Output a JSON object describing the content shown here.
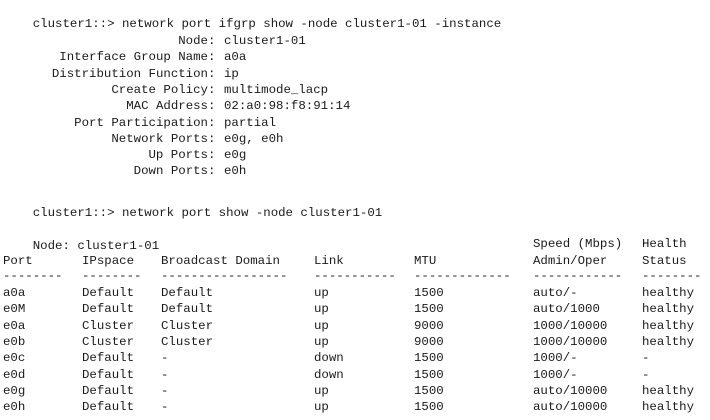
{
  "commands": {
    "ifgrp": "cluster1::> network port ifgrp show -node cluster1-01 -instance",
    "port_show": "cluster1::> network port show -node cluster1-01"
  },
  "ifgrp_details": [
    {
      "label": "Node",
      "value": "cluster1-01"
    },
    {
      "label": "Interface Group Name",
      "value": "a0a"
    },
    {
      "label": "Distribution Function",
      "value": "ip"
    },
    {
      "label": "Create Policy",
      "value": "multimode_lacp"
    },
    {
      "label": "MAC Address",
      "value": "02:a0:98:f8:91:14"
    },
    {
      "label": "Port Participation",
      "value": "partial"
    },
    {
      "label": "Network Ports",
      "value": "e0g, e0h"
    },
    {
      "label": "Up Ports",
      "value": "e0g"
    },
    {
      "label": "Down Ports",
      "value": "e0h"
    }
  ],
  "port_table": {
    "node_line": "Node: cluster1-01",
    "header_top": {
      "speed": "Speed (Mbps)",
      "health": "Health"
    },
    "headers": {
      "port": "Port",
      "ipspace": "IPspace",
      "broadcast": "Broadcast Domain",
      "link": "Link",
      "mtu": "MTU",
      "speed": "Admin/Oper",
      "health": "Status"
    },
    "dashes": {
      "port": "--------",
      "ipspace": "--------",
      "broadcast": "-----------------",
      "link": "-----------",
      "mtu": "-------------",
      "speed": "------------",
      "health": "--------"
    },
    "rows": [
      {
        "port": "a0a",
        "ipspace": "Default",
        "broadcast": "Default",
        "link": "up",
        "mtu": "1500",
        "speed": "auto/-",
        "health": "healthy"
      },
      {
        "port": "e0M",
        "ipspace": "Default",
        "broadcast": "Default",
        "link": "up",
        "mtu": "1500",
        "speed": "auto/1000",
        "health": "healthy"
      },
      {
        "port": "e0a",
        "ipspace": "Cluster",
        "broadcast": "Cluster",
        "link": "up",
        "mtu": "9000",
        "speed": "1000/10000",
        "health": "healthy"
      },
      {
        "port": "e0b",
        "ipspace": "Cluster",
        "broadcast": "Cluster",
        "link": "up",
        "mtu": "9000",
        "speed": "1000/10000",
        "health": "healthy"
      },
      {
        "port": "e0c",
        "ipspace": "Default",
        "broadcast": "-",
        "link": "down",
        "mtu": "1500",
        "speed": "1000/-",
        "health": "-"
      },
      {
        "port": "e0d",
        "ipspace": "Default",
        "broadcast": "-",
        "link": "down",
        "mtu": "1500",
        "speed": "1000/-",
        "health": "-"
      },
      {
        "port": "e0g",
        "ipspace": "Default",
        "broadcast": "-",
        "link": "up",
        "mtu": "1500",
        "speed": "auto/10000",
        "health": "healthy"
      },
      {
        "port": "e0h",
        "ipspace": "Default",
        "broadcast": "-",
        "link": "up",
        "mtu": "1500",
        "speed": "auto/10000",
        "health": "healthy"
      }
    ]
  }
}
